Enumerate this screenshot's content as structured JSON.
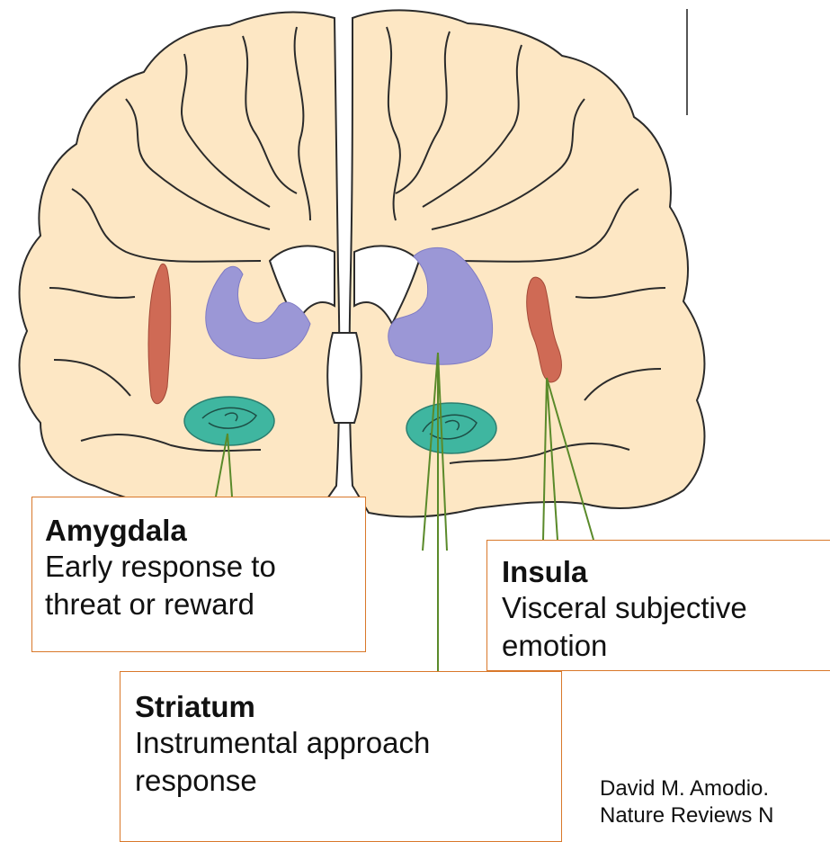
{
  "labels": {
    "amygdala": {
      "title": "Amygdala",
      "line1": "Early response to",
      "line2": "threat or reward"
    },
    "insula": {
      "title": "Insula",
      "line1": "Visceral subjective",
      "line2": "emotion"
    },
    "striatum": {
      "title": "Striatum",
      "line1": "Instrumental approach",
      "line2": "response"
    }
  },
  "citation": {
    "line1": "David M. Amodio.",
    "line2": "Nature Reviews N"
  },
  "colors": {
    "brain_fill": "#fde7c4",
    "brain_outline": "#2b2b2b",
    "striatum": "#9b97d6",
    "insula": "#cf6a55",
    "amygdala": "#3fb6a0",
    "callout_border": "#d9782a",
    "leader_line": "#5a8a2a"
  }
}
